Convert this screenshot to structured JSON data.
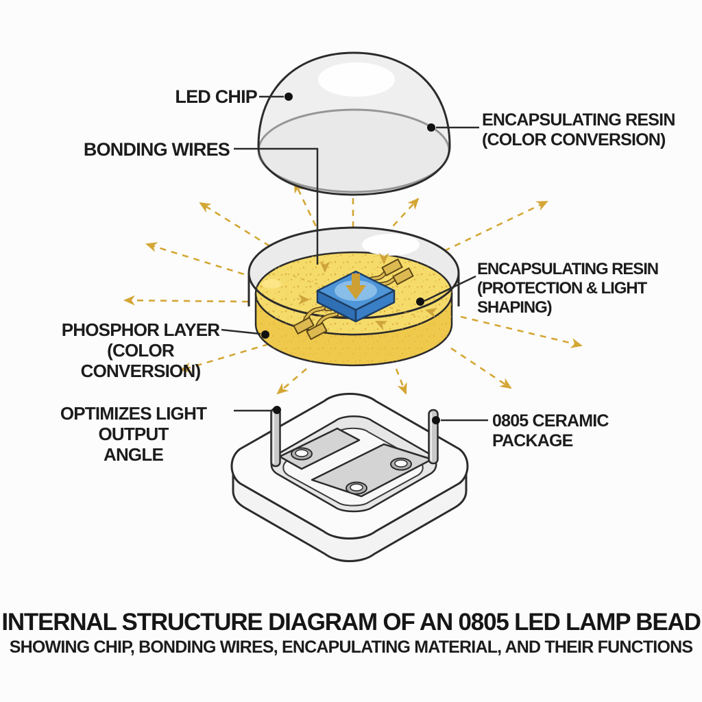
{
  "diagram": {
    "labels": {
      "led_chip": "LED CHIP",
      "bonding_wires": "BONDING WIRES",
      "encapsulating_resin_color": "ENCAPSULATING RESIN\n(COLOR CONVERSION)",
      "encapsulating_resin_protection": "ENCAPSULATING RESIN\n(PROTECTION & LIGHT SHAPING)",
      "phosphor_layer": "PHOSPHOR LAYER\n(COLOR CONVERSION)",
      "optimizes_light_output": "OPTIMIZES LIGHT OUTPUT\nANGLE",
      "ceramic_package": "0805 CERAMIC PACKAGE"
    },
    "caption": {
      "title": "INTERNAL STRUCTURE DIAGRAM OF AN 0805 LED LAMP BEAD",
      "subtitle": "SHOWING CHIP, BONDING WIRES, ENCAPULATING MATERIAL, AND THEIR FUNCTIONS"
    },
    "icons": {
      "light_ray_arrow": "gold dashed arrow",
      "leader_dot": "black callout dot"
    },
    "colors": {
      "outline": "#2B2B2B",
      "arrow_gold": "#D4A634",
      "inner_arrow_gold": "#CFA43B",
      "dome": "#EFEFEF",
      "glass": "#EBEBEB",
      "phosphor_top": "#F5DB6A",
      "phosphor_side": "#EFC94C",
      "phosphor_speckle": "#D9A93C",
      "chip_top": "#4E96D8",
      "chip_left": "#2F6FB4",
      "chip_right": "#3A7EC6",
      "chip_oval": "#8CC0EA",
      "wire_gold": "#DDB952",
      "wire_outline": "#5B4714",
      "package_top": "#FBFBFB",
      "package_side": "#F3F3F3",
      "cavity": "#E6E6E6",
      "floor": "#F8F8F8",
      "pad_gray": "#D4D4D4",
      "pin_gray": "#C8C8C8",
      "leader_dot": "#111111",
      "text": "#1C1C1C"
    }
  }
}
